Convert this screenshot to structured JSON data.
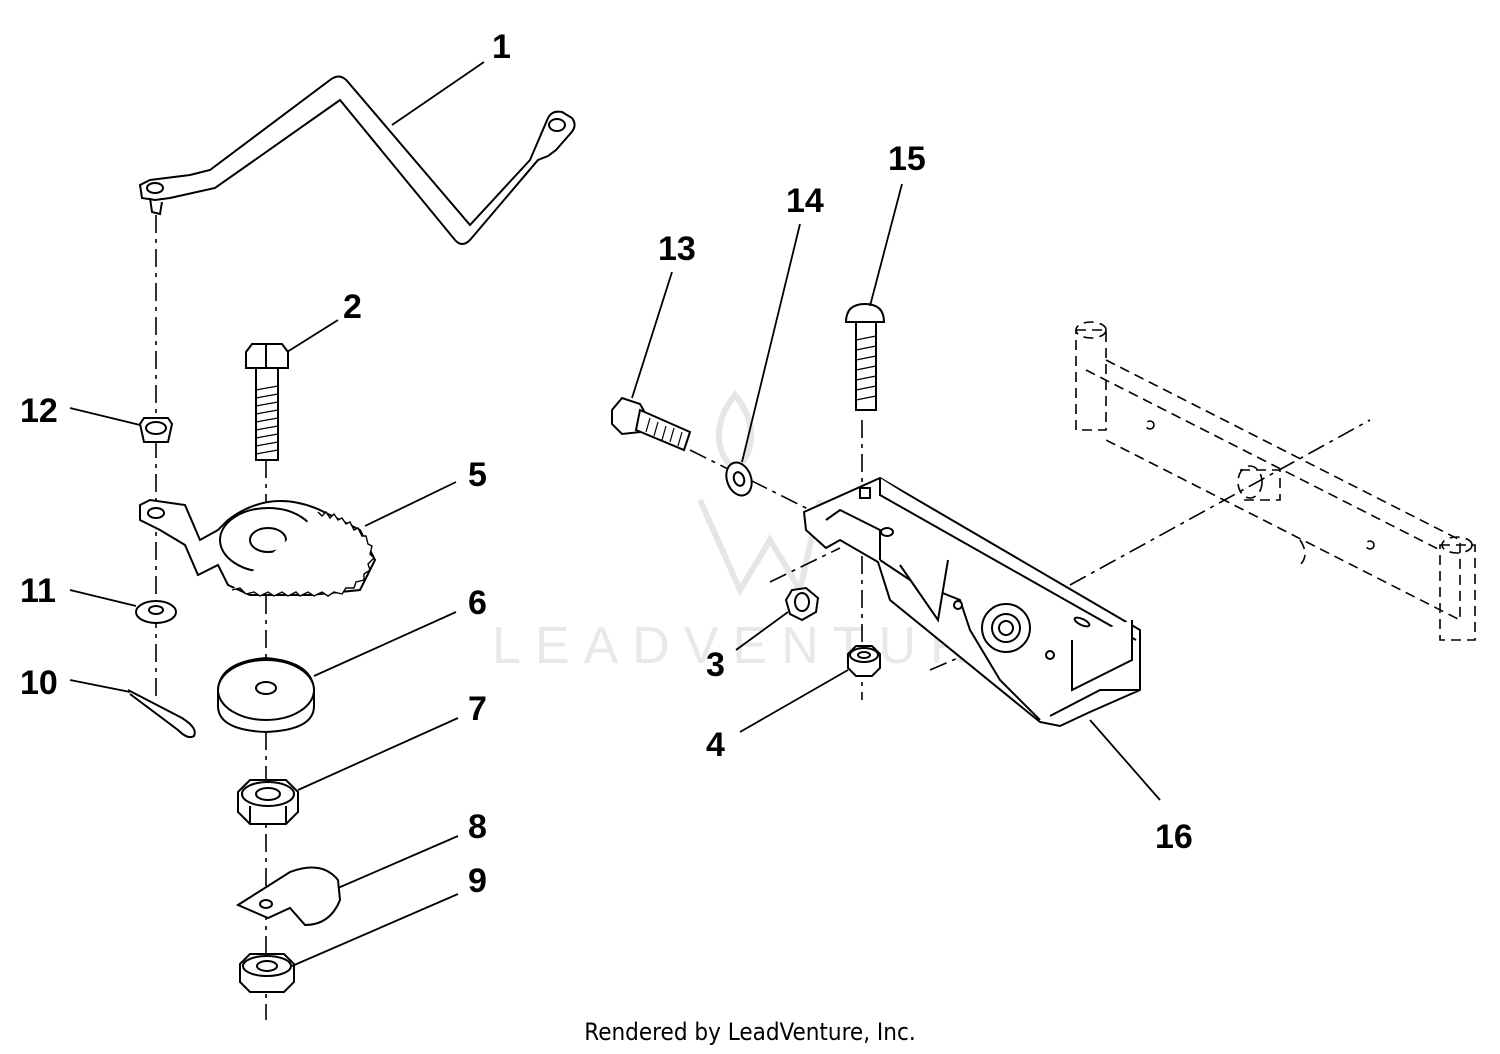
{
  "callouts": {
    "c1": "1",
    "c2": "2",
    "c3": "3",
    "c4": "4",
    "c5": "5",
    "c6": "6",
    "c7": "7",
    "c8": "8",
    "c9": "9",
    "c10": "10",
    "c11": "11",
    "c12": "12",
    "c13": "13",
    "c14": "14",
    "c15": "15",
    "c16": "16"
  },
  "watermark": "LEADVENTURE",
  "footer": "Rendered by LeadVenture, Inc.",
  "colors": {
    "line": "#000000",
    "watermark": "#e8e8e8",
    "background": "#ffffff"
  }
}
